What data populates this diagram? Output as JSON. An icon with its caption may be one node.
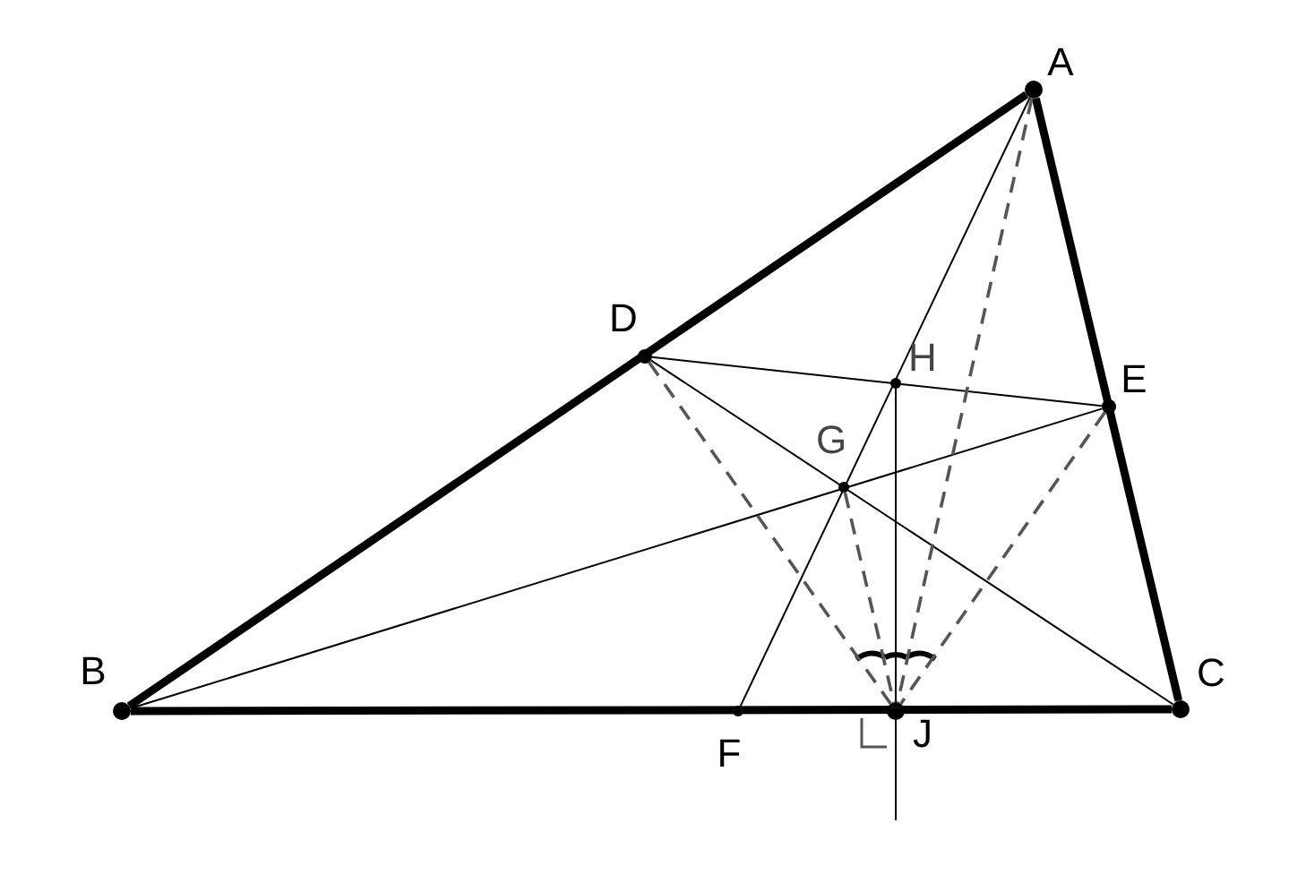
{
  "diagram": {
    "nodes": [
      {
        "text": [],
        "shape": "circle",
        "beside": [
          "A"
        ]
      },
      {
        "text": [],
        "shape": "circle",
        "beside": [
          "D"
        ]
      },
      {
        "text": [],
        "shape": "circle",
        "beside": [
          "H"
        ]
      },
      {
        "text": [],
        "shape": "circle",
        "beside": [
          "E"
        ]
      },
      {
        "text": [],
        "shape": "circle",
        "beside": [
          "G"
        ]
      },
      {
        "text": [],
        "shape": "circle",
        "beside": [
          "B"
        ]
      },
      {
        "text": [],
        "shape": "circle",
        "beside": [
          "F"
        ]
      },
      {
        "text": [],
        "shape": "circle",
        "beside": [
          "J"
        ]
      },
      {
        "text": [],
        "shape": "circle",
        "beside": [
          "C"
        ]
      }
    ],
    "edges": [
      {
        "from": 0,
        "to": 5,
        "arrow": "none",
        "style": "thick"
      },
      {
        "from": 0,
        "to": 8,
        "arrow": "none",
        "style": "thick"
      },
      {
        "from": 5,
        "to": 8,
        "arrow": "none",
        "style": "thick"
      },
      {
        "from": 1,
        "to": 3,
        "arrow": "none"
      },
      {
        "from": 5,
        "to": 3,
        "arrow": "none"
      },
      {
        "from": 1,
        "to": 8,
        "arrow": "none"
      },
      {
        "from": 0,
        "to": 6,
        "arrow": "none"
      },
      {
        "from": 2,
        "to": 7,
        "arrow": "none"
      },
      {
        "from": 1,
        "to": 7,
        "arrow": "none",
        "style": "dashed",
        "color": "#555555"
      },
      {
        "from": 4,
        "to": 7,
        "arrow": "none",
        "style": "dashed",
        "color": "#555555"
      },
      {
        "from": 0,
        "to": 7,
        "arrow": "none",
        "style": "dashed",
        "color": "#555555"
      },
      {
        "from": 3,
        "to": 7,
        "arrow": "none",
        "style": "dashed",
        "color": "#555555"
      }
    ]
  }
}
